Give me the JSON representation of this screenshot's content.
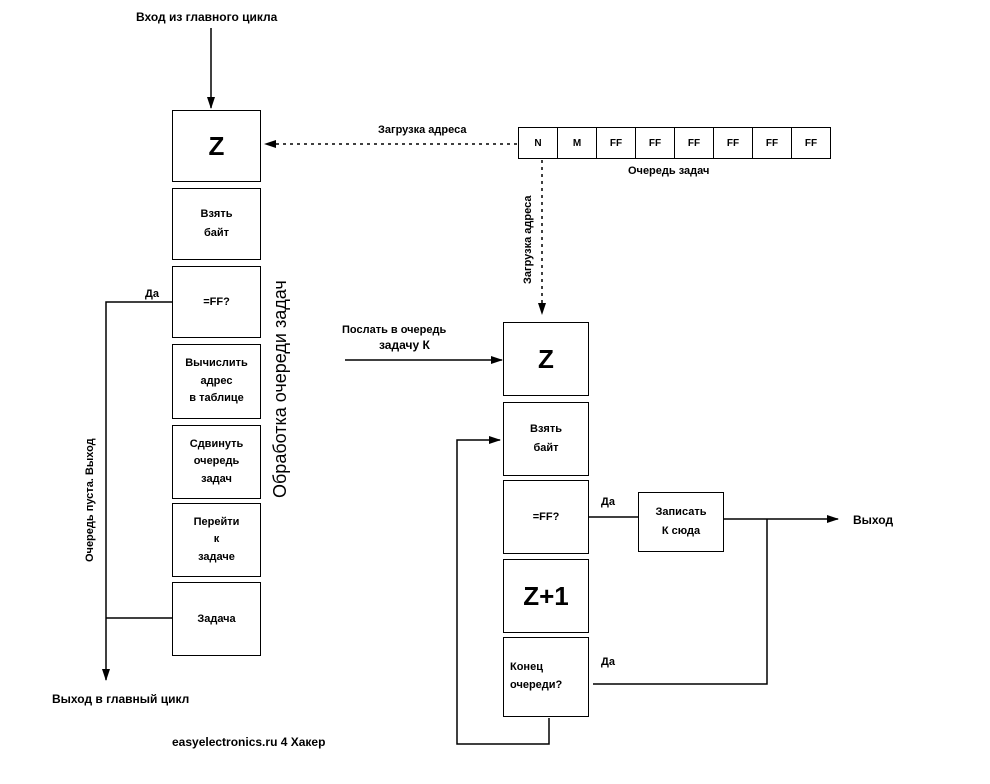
{
  "left": {
    "entry_label": "Вход из главного цикла",
    "z": "Z",
    "take_byte": "Взять\nбайт",
    "check_ff": "=FF?",
    "compute_address": "Вычислить\nадрес\nв таблице",
    "shift_queue": "Сдвинуть\nочередь\nзадач",
    "goto_task": "Перейти\nк\nзадаче",
    "task": "Задача",
    "yes": "Да",
    "queue_empty_exit": "Очередь пуста. Выход",
    "exit_main": "Выход в главный цикл",
    "section_title": "Обработка очереди задач"
  },
  "queue": {
    "load_address_h": "Загрузка адреса",
    "load_address_v": "Загрузка адреса",
    "label": "Очередь задач",
    "cells": [
      "N",
      "M",
      "FF",
      "FF",
      "FF",
      "FF",
      "FF",
      "FF"
    ]
  },
  "right": {
    "send_label_1": "Послать в очередь",
    "send_label_2": "задачу К",
    "z": "Z",
    "take_byte": "Взять\nбайт",
    "check_ff": "=FF?",
    "yes_1": "Да",
    "write_here": "Записать\nК сюда",
    "exit": "Выход",
    "z_plus_1": "Z+1",
    "end_of_queue": "Конец\nочереди?",
    "yes_2": "Да"
  },
  "footer": "easyelectronics.ru 4 Хакер"
}
